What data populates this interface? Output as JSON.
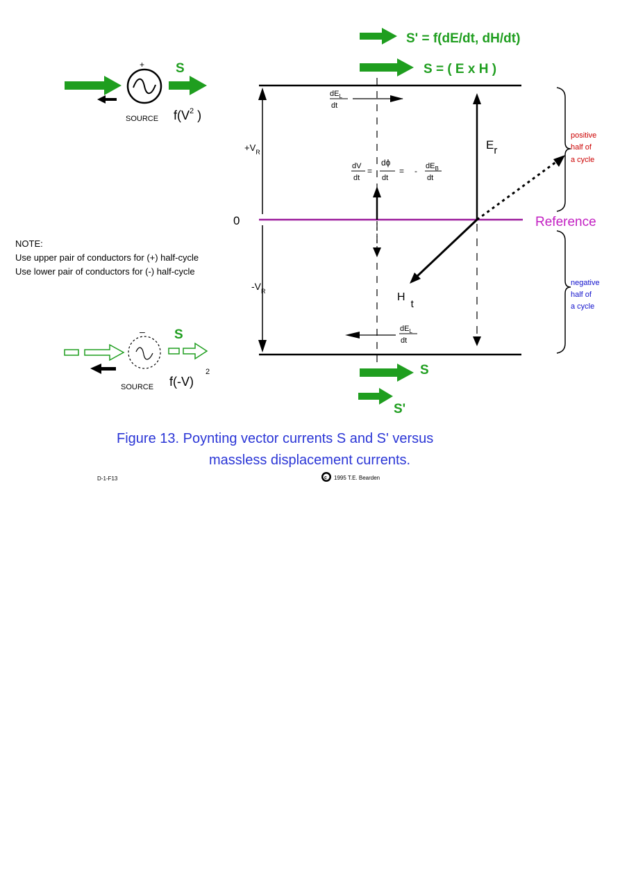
{
  "header": {
    "s_prime_formula": "S' = f(dE/dt, dH/dt)",
    "s_formula": "S = ( E x H )"
  },
  "top_source": {
    "plus_sign": "+",
    "label": "SOURCE",
    "s_label": "S",
    "f_label_main": "f(V",
    "f_label_sup": "2",
    "f_label_close": " )"
  },
  "bottom_source": {
    "minus_sign": "–",
    "label": "SOURCE",
    "s_label": "S",
    "f_label": "f(-V)",
    "f_label_exp": "2"
  },
  "axis": {
    "plus_vr": "+V",
    "minus_vr": "-V",
    "r_sub": "R",
    "zero": "0"
  },
  "center": {
    "de_num": "dE",
    "de_sub": "L",
    "dt": "dt",
    "dv_num": "dV",
    "dphi_num": "dϕ",
    "equals": "=",
    "minus": "-",
    "deb_num": "dE",
    "deb_sub": "B"
  },
  "vectors": {
    "e_label": "E",
    "e_sub": "r",
    "h_label": "H",
    "h_sub": "t"
  },
  "reference_label": "Reference",
  "positive_half": [
    "positive",
    "half of",
    "a cycle"
  ],
  "negative_half": [
    "negative",
    "half of",
    "a cycle"
  ],
  "note": {
    "title": "NOTE:",
    "line1": "Use upper pair of conductors  for (+) half-cycle",
    "line2": "Use lower pair of conductors for (-) half-cycle"
  },
  "bottom_flow": {
    "s": "S",
    "s_prime": "S'"
  },
  "caption": {
    "line1": "Figure 13.  Poynting vector currents S and S' versus",
    "line2": "massless displacement currents."
  },
  "footer": {
    "id": "D-1-F13",
    "copyright_symbol": "c",
    "copyright_text": "1995 T.E. Bearden"
  },
  "colors": {
    "green": "#1f9e1f",
    "magenta": "#9b1a9b",
    "reference_text": "#c21fc2",
    "positive_red": "#cc0000",
    "negative_blue": "#1010cc",
    "caption_blue": "#2a35d6"
  }
}
